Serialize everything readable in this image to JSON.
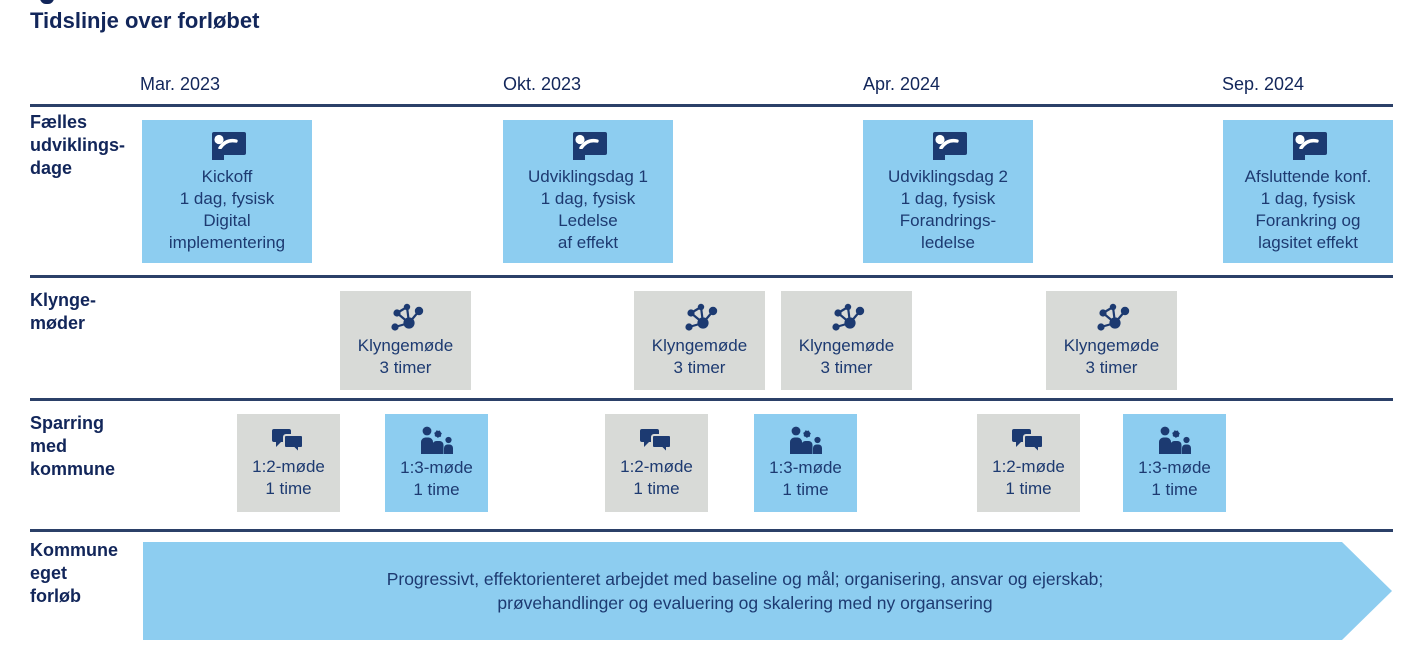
{
  "title": "Tidslinje over forløbet",
  "colors": {
    "navy_text": "#12265a",
    "box_text": "#1d3a71",
    "icon_navy": "#1c3a71",
    "light_blue": "#8dcdf0",
    "gray": "#d8dad7",
    "rule": "#2b4068"
  },
  "timeline_dates": [
    "Mar. 2023",
    "Okt. 2023",
    "Apr. 2024",
    "Sep. 2024"
  ],
  "rows": [
    {
      "label": "Fælles\nudviklings-\ndage",
      "boxes": [
        {
          "icon": "presenter-icon",
          "style": "blue",
          "text": "Kickoff\n1 dag, fysisk\nDigital\nimplementering"
        },
        {
          "icon": "presenter-icon",
          "style": "blue",
          "text": "Udviklingsdag 1\n1 dag, fysisk\nLedelse\naf effekt"
        },
        {
          "icon": "presenter-icon",
          "style": "blue",
          "text": "Udviklingsdag 2\n1 dag, fysisk\nForandrings-\nledelse"
        },
        {
          "icon": "presenter-icon",
          "style": "blue",
          "text": "Afsluttende konf.\n1 dag, fysisk\nForankring og\nlagsitet effekt"
        }
      ]
    },
    {
      "label": "Klynge-\nmøder",
      "boxes": [
        {
          "icon": "network-icon",
          "style": "gray",
          "text": "Klyngemøde\n3 timer"
        },
        {
          "icon": "network-icon",
          "style": "gray",
          "text": "Klyngemøde\n3 timer"
        },
        {
          "icon": "network-icon",
          "style": "gray",
          "text": "Klyngemøde\n3 timer"
        },
        {
          "icon": "network-icon",
          "style": "gray",
          "text": "Klyngemøde\n3 timer"
        }
      ]
    },
    {
      "label": "Sparring\nmed\nkommune",
      "boxes": [
        {
          "icon": "chat-icon",
          "style": "gray",
          "text": "1:2-møde\n1 time"
        },
        {
          "icon": "people-icon",
          "style": "blue",
          "text": "1:3-møde\n1 time"
        },
        {
          "icon": "chat-icon",
          "style": "gray",
          "text": "1:2-møde\n1 time"
        },
        {
          "icon": "people-icon",
          "style": "blue",
          "text": "1:3-møde\n1 time"
        },
        {
          "icon": "chat-icon",
          "style": "gray",
          "text": "1:2-møde\n1 time"
        },
        {
          "icon": "people-icon",
          "style": "blue",
          "text": "1:3-møde\n1 time"
        }
      ]
    },
    {
      "label": "Kommune\neget\nforløb",
      "arrow_text": "Progressivt, effektorienteret arbejdet med baseline og mål; organisering, ansvar og ejerskab;\nprøvehandlinger og evaluering og skalering med ny organsering"
    }
  ]
}
